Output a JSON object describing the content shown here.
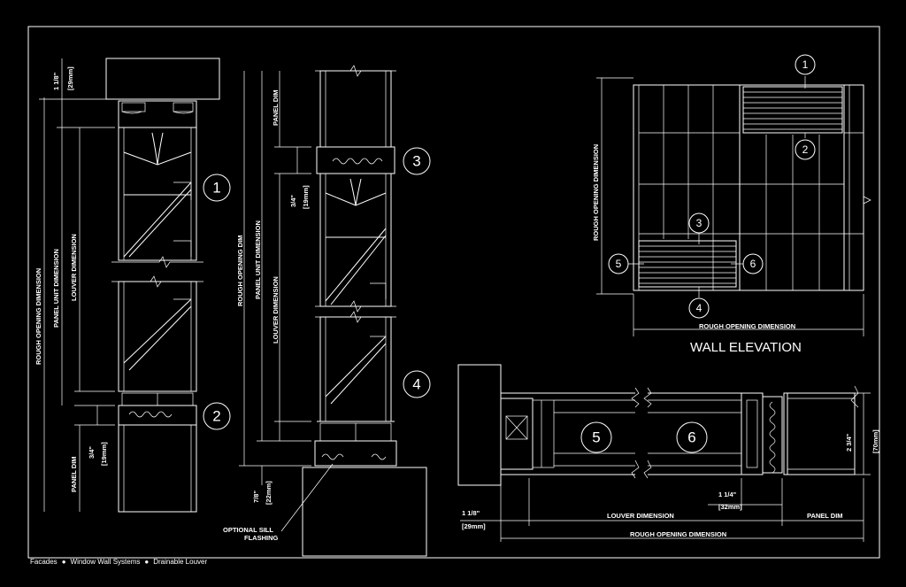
{
  "footer": {
    "items": [
      "Facades",
      "Window Wall Systems",
      "Drainable Louver"
    ],
    "separator": "●"
  },
  "callouts": {
    "c1": "1",
    "c2": "2",
    "c3": "3",
    "c4": "4",
    "c5": "5",
    "c6": "6"
  },
  "labels": {
    "wall_elevation": "WALL ELEVATION",
    "rough_opening_dimension": "ROUGH OPENING DIMENSION",
    "rough_opening_dim": "ROUGH OPENING DIM",
    "panel_unit_dimension": "PANEL UNIT DIMENSION",
    "louver_dimension": "LOUVER DIMENSION",
    "panel_dim": "PANEL DIM",
    "optional_sill_line1": "OPTIONAL SILL",
    "optional_sill_line2": "FLASHING"
  },
  "dimensions": {
    "one_1_8": "1 1/8\"",
    "mm29": "[29mm]",
    "three_4": "3/4\"",
    "mm19": "[19mm]",
    "seven_8": "7/8\"",
    "mm22": "[22mm]",
    "one_1_4": "1 1/4\"",
    "mm32": "[32mm]",
    "two_3_4": "2 3/4\"",
    "mm70": "[70mm]"
  }
}
